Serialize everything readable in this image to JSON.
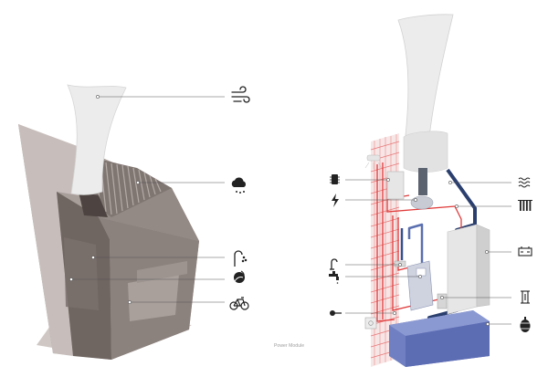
{
  "caption": "Power Module",
  "left_diagram": {
    "callouts": [
      {
        "name": "wind-icon",
        "target": "turbine-blade"
      },
      {
        "name": "rain-icon",
        "target": "solar-roof"
      },
      {
        "name": "shower-icon",
        "target": "shower-cabin"
      },
      {
        "name": "hand-wash-icon",
        "target": "wash-area"
      },
      {
        "name": "bicycle-icon",
        "target": "bike-storage"
      }
    ]
  },
  "right_diagram": {
    "left_icons": [
      "battery-pack-icon",
      "lightning-icon",
      "tap-handle-icon",
      "faucet-icon",
      "key-icon"
    ],
    "right_icons": [
      "wind-waves-icon",
      "radiator-icon",
      "battery-icon",
      "filter-cartridge-icon",
      "water-barrel-icon"
    ]
  },
  "colors": {
    "house_dark": "#7b716d",
    "house_light": "#b8aeaa",
    "turbine": "#e8e8e8",
    "heating_pipe": "#e03a3a",
    "water_pipe": "#2b3f6e",
    "storage_tank": "#6f7fc2",
    "battery_cabinet": "#d6d6d6"
  }
}
